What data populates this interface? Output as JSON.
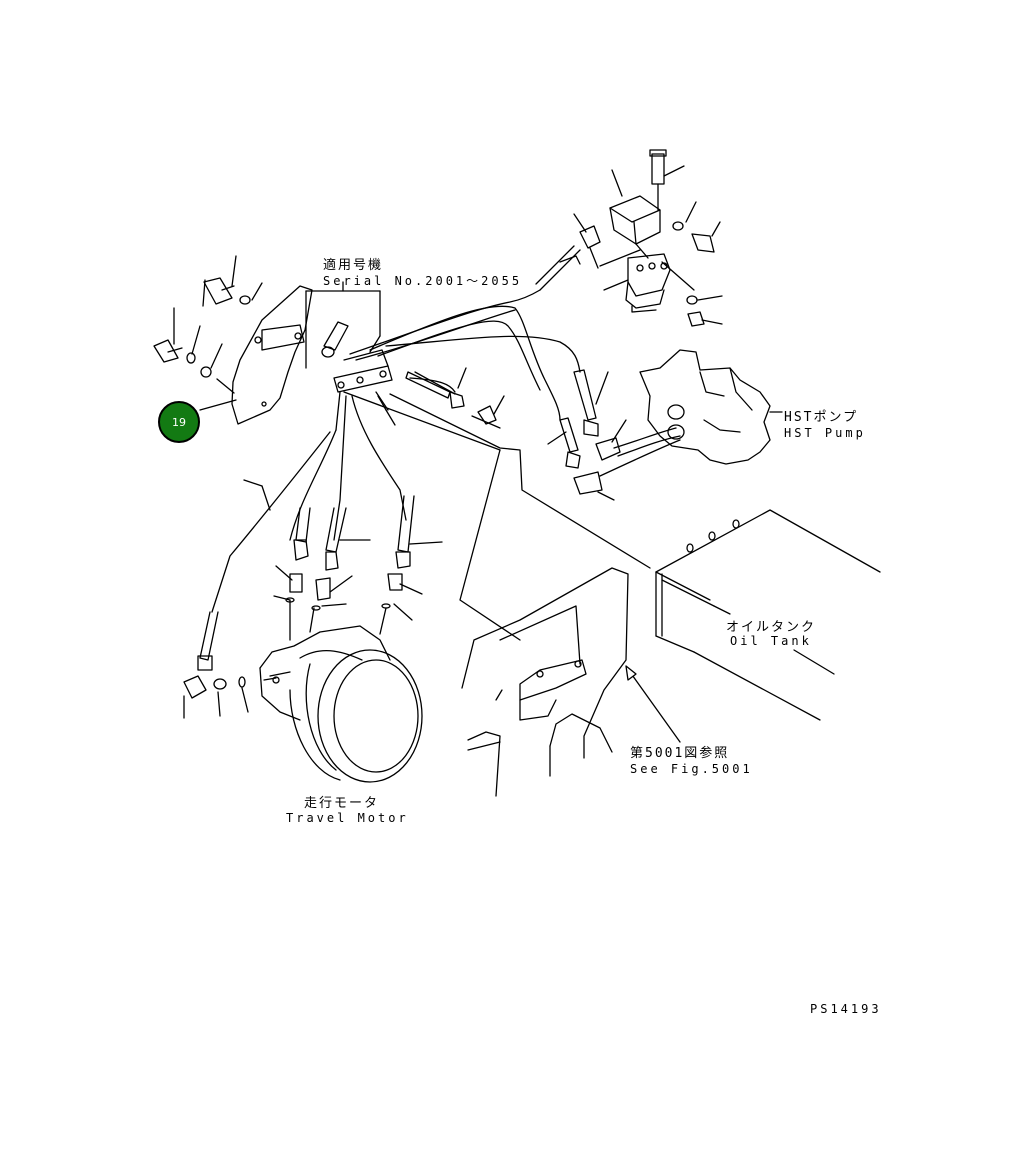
{
  "labels": {
    "serial_jp": "適用号機",
    "serial_no": "Serial No.2001～2055",
    "hst_pump_jp": "HSTポンプ",
    "hst_pump_en": "HST Pump",
    "oil_tank_jp": "オイルタンク",
    "oil_tank_en": "Oil Tank",
    "see_fig_jp": "第5001図参照",
    "see_fig_en": "See Fig.5001",
    "travel_motor_jp": "走行モータ",
    "travel_motor_en": "Travel Motor",
    "drawing_no": "PS14193"
  },
  "callout": {
    "number": "19",
    "color": "#137a13"
  }
}
